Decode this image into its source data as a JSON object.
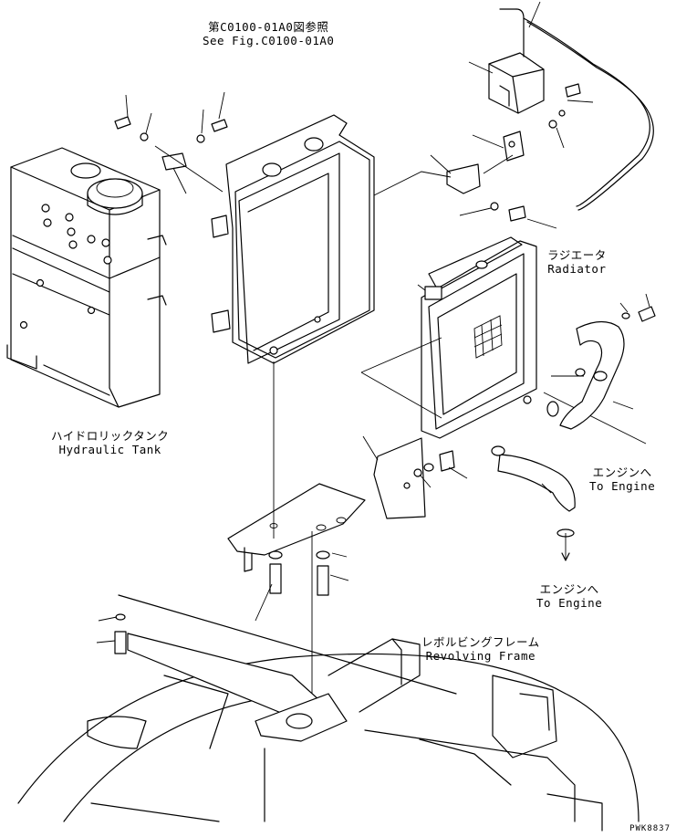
{
  "labels": {
    "see_fig_jp": "第C0100-01A0図参照",
    "see_fig_en": "See Fig.C0100-01A0",
    "radiator_jp": "ラジエータ",
    "radiator_en": "Radiator",
    "hyd_tank_jp": "ハイドロリックタンク",
    "hyd_tank_en": "Hydraulic Tank",
    "to_engine1_jp": "エンジンへ",
    "to_engine1_en": "To Engine",
    "to_engine2_jp": "エンジンへ",
    "to_engine2_en": "To Engine",
    "frame_jp": "レボルビングフレーム",
    "frame_en": "Revolving Frame"
  },
  "drawing_code": "PWK8837"
}
